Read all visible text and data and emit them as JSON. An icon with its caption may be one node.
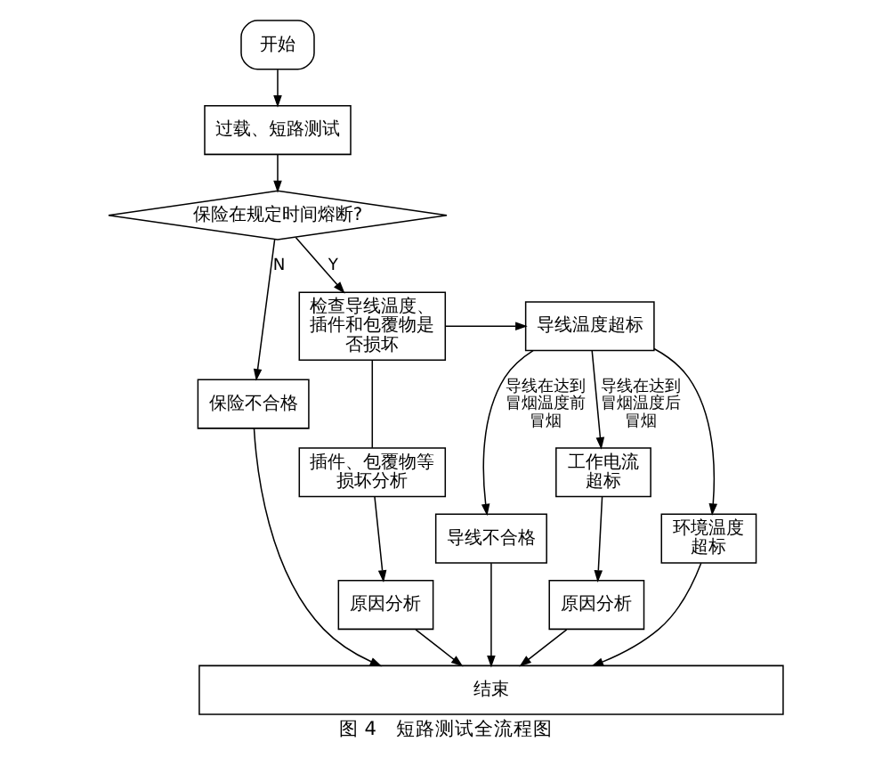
{
  "diagram": {
    "caption": "图 4　短路测试全流程图",
    "nodes": [
      {
        "text": [
          "开始"
        ]
      },
      {
        "text": [
          "过载、短路测试"
        ]
      },
      {
        "text": [
          "保险在规定时间熔断?"
        ]
      },
      {
        "text": [
          "保险不合格"
        ]
      },
      {
        "text": [
          "检查导线温度、插件和包覆物是否损坏"
        ]
      },
      {
        "text": [
          "导线温度超标"
        ]
      },
      {
        "text": [
          "插件、包覆物等损坏分析"
        ]
      },
      {
        "text": [
          "导线不合格"
        ]
      },
      {
        "text": [
          "工作电流超标"
        ]
      },
      {
        "text": [
          "环境温度超标"
        ]
      },
      {
        "text": [
          "原因分析"
        ]
      },
      {
        "text": [
          "原因分析"
        ]
      },
      {
        "text": [
          "结束"
        ]
      }
    ],
    "edges": [
      {
        "from": 0,
        "to": 1,
        "arrow": "to"
      },
      {
        "from": 1,
        "to": 2,
        "arrow": "to"
      },
      {
        "from": 2,
        "to": 3,
        "arrow": "to",
        "label": "N"
      },
      {
        "from": 2,
        "to": 4,
        "arrow": "to",
        "label": "Y"
      },
      {
        "from": 4,
        "to": 5,
        "arrow": "to"
      },
      {
        "from": 4,
        "to": 6,
        "arrow": "none"
      },
      {
        "from": 5,
        "to": 7,
        "arrow": "to",
        "label": "导线在达到冒烟温度前冒烟"
      },
      {
        "from": 5,
        "to": 8,
        "arrow": "to",
        "label": "导线在达到冒烟温度后冒烟"
      },
      {
        "from": 5,
        "to": 9,
        "arrow": "to"
      },
      {
        "from": 6,
        "to": 10,
        "arrow": "to"
      },
      {
        "from": 8,
        "to": 11,
        "arrow": "to"
      },
      {
        "from": 3,
        "to": 12,
        "arrow": "to"
      },
      {
        "from": 10,
        "to": 12,
        "arrow": "to"
      },
      {
        "from": 7,
        "to": 12,
        "arrow": "to"
      },
      {
        "from": 11,
        "to": 12,
        "arrow": "to"
      },
      {
        "from": 9,
        "to": 12,
        "arrow": "to"
      }
    ]
  }
}
